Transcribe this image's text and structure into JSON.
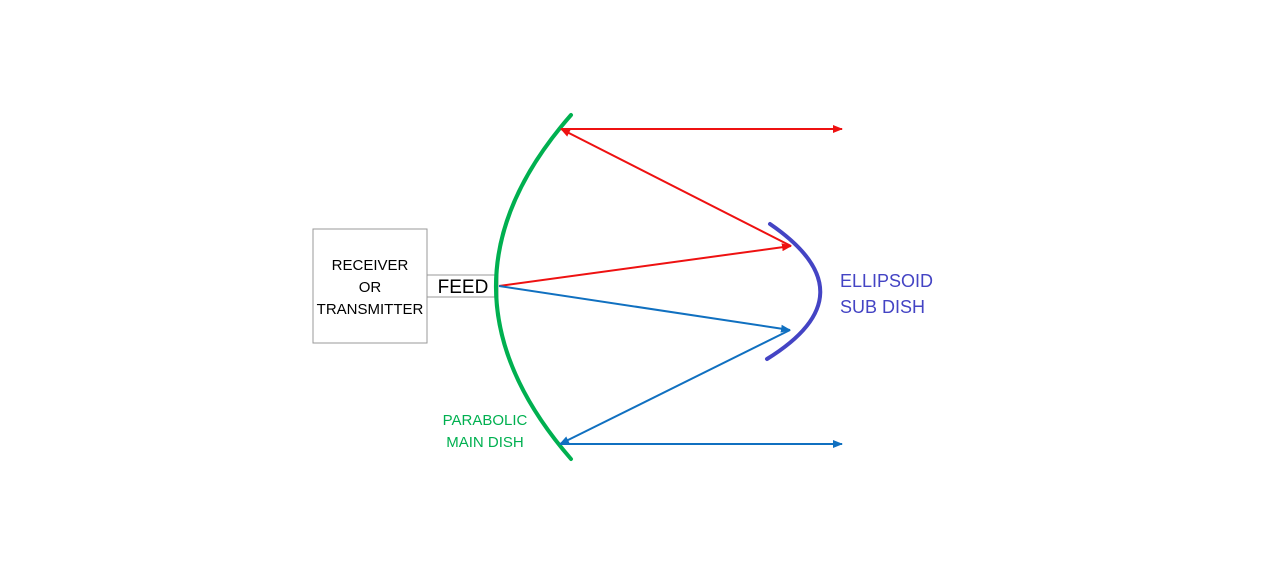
{
  "receiver_box": {
    "lines": [
      "RECEIVER",
      "OR",
      "TRANSMITTER"
    ]
  },
  "feed": {
    "label": "FEED"
  },
  "main_dish": {
    "lines": [
      "PARABOLIC",
      "MAIN DISH"
    ],
    "color": "#00b050"
  },
  "sub_dish": {
    "lines": [
      "ELLIPSOID",
      "SUB DISH"
    ],
    "color": "#4444c4"
  },
  "colors": {
    "upper_ray": "#ee1111",
    "lower_ray": "#1070c0",
    "box_border": "#999999"
  }
}
